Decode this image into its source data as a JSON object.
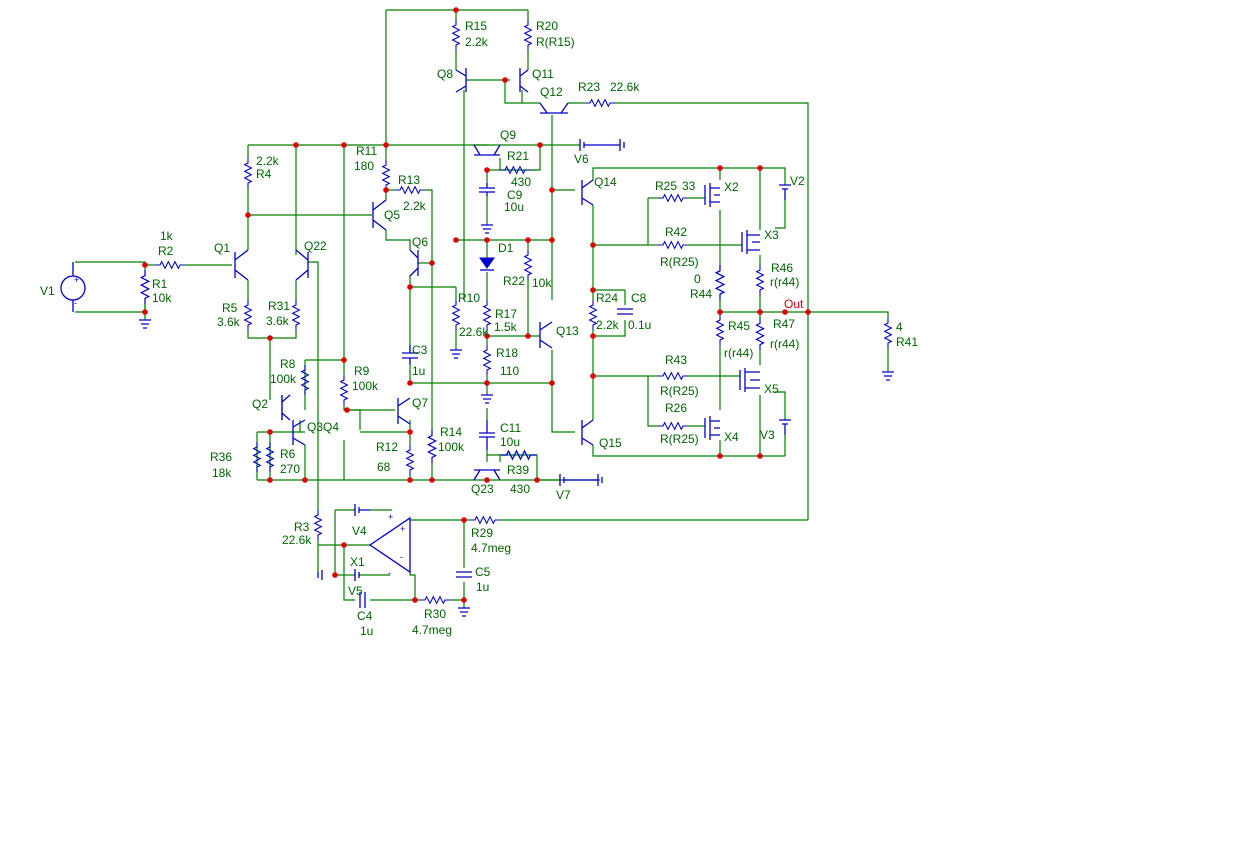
{
  "components": {
    "V1": "V1",
    "V2": "V2",
    "V3": "V3",
    "V4": "V4",
    "V5": "V5",
    "V6": "V6",
    "V7": "V7",
    "R1": {
      "name": "R1",
      "value": "10k"
    },
    "R2": {
      "name": "R2",
      "value": "1k"
    },
    "R3": {
      "name": "R3",
      "value": "22.6k"
    },
    "R4": {
      "name": "R4",
      "value": "2.2k"
    },
    "R5": {
      "name": "R5",
      "value": "3.6k"
    },
    "R6": {
      "name": "R6",
      "value": "270"
    },
    "R8": {
      "name": "R8",
      "value": "100k"
    },
    "R9": {
      "name": "R9",
      "value": "100k"
    },
    "R10": {
      "name": "R10",
      "value": "22.6k"
    },
    "R11": {
      "name": "R11",
      "value": "180"
    },
    "R12": {
      "name": "R12",
      "value": "68"
    },
    "R13": {
      "name": "R13",
      "value": "2.2k"
    },
    "R14": {
      "name": "R14",
      "value": "100k"
    },
    "R15": {
      "name": "R15",
      "value": "2.2k"
    },
    "R17": {
      "name": "R17",
      "value": "1.5k"
    },
    "R18": {
      "name": "R18",
      "value": "110"
    },
    "R20": {
      "name": "R20",
      "value": "R(R15)"
    },
    "R21": {
      "name": "R21",
      "value": "430"
    },
    "R22": {
      "name": "R22",
      "value": "10k"
    },
    "R23": {
      "name": "R23",
      "value": "22.6k"
    },
    "R24": {
      "name": "R24",
      "value": "2.2k"
    },
    "R25": {
      "name": "R25",
      "value": "33"
    },
    "R26": {
      "name": "R26",
      "value": "R(R25)"
    },
    "R29": {
      "name": "R29",
      "value": "4.7meg"
    },
    "R30": {
      "name": "R30",
      "value": "4.7meg"
    },
    "R31": {
      "name": "R31",
      "value": "3.6k"
    },
    "R36": {
      "name": "R36",
      "value": "18k"
    },
    "R39": {
      "name": "R39",
      "value": "430"
    },
    "R41": {
      "name": "R41",
      "value": "4"
    },
    "R42": {
      "name": "R42",
      "value": "R(R25)"
    },
    "R43": {
      "name": "R43",
      "value": "R(R25)"
    },
    "R44": {
      "name": "R44",
      "value": "0"
    },
    "R45": {
      "name": "R45",
      "value": "r(r44)"
    },
    "R46": {
      "name": "R46",
      "value": "r(r44)"
    },
    "R47": {
      "name": "R47",
      "value": "r(r44)"
    },
    "C3": {
      "name": "C3",
      "value": "1u"
    },
    "C4": {
      "name": "C4",
      "value": "1u"
    },
    "C5": {
      "name": "C5",
      "value": "1u"
    },
    "C8": {
      "name": "C8",
      "value": "0.1u"
    },
    "C9": {
      "name": "C9",
      "value": "10u"
    },
    "C11": {
      "name": "C11",
      "value": "10u"
    },
    "Q1": "Q1",
    "Q2": "Q2",
    "Q3Q4": "Q3Q4",
    "Q5": "Q5",
    "Q6": "Q6",
    "Q7": "Q7",
    "Q8": "Q8",
    "Q9": "Q9",
    "Q11": "Q11",
    "Q12": "Q12",
    "Q13": "Q13",
    "Q14": "Q14",
    "Q15": "Q15",
    "Q22": "Q22",
    "Q23": "Q23",
    "D1": "D1",
    "X1": "X1",
    "X2": "X2",
    "X3": "X3",
    "X4": "X4",
    "X5": "X5",
    "out": "Out"
  },
  "colors": {
    "wire": "#008000",
    "component": "#0000cc",
    "junction": "#e00000",
    "label": "#006400",
    "net_label": "#cc0000",
    "background": "#ffffff"
  }
}
